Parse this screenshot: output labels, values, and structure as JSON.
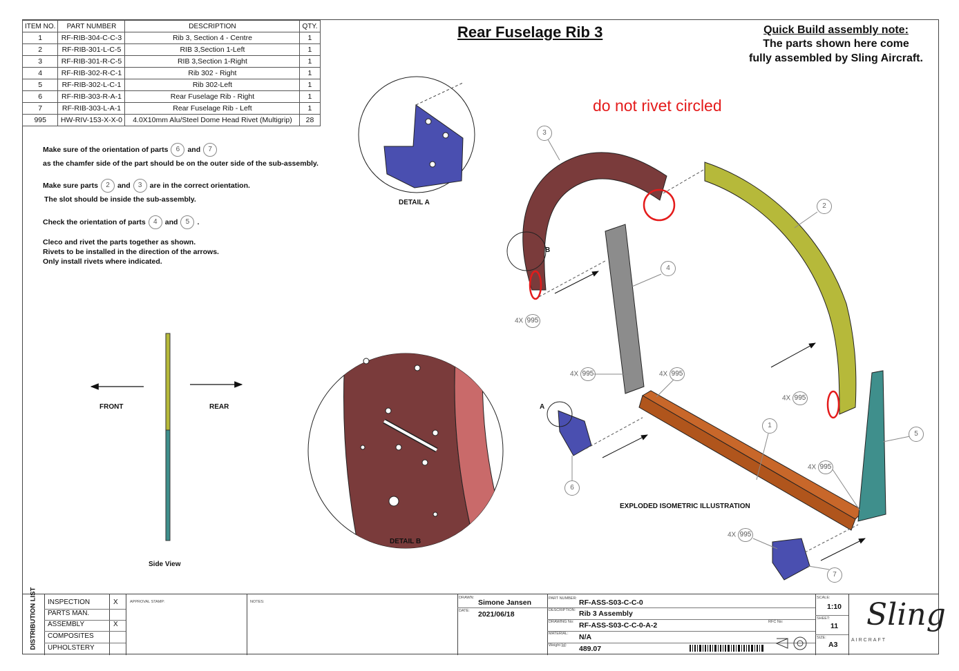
{
  "bom": {
    "headers": [
      "ITEM NO.",
      "PART NUMBER",
      "DESCRIPTION",
      "QTY."
    ],
    "rows": [
      [
        "1",
        "RF-RIB-304-C-C-3",
        "Rib 3, Section 4 - Centre",
        "1"
      ],
      [
        "2",
        "RF-RIB-301-L-C-5",
        "RIB 3,Section 1-Left",
        "1"
      ],
      [
        "3",
        "RF-RIB-301-R-C-5",
        "RIB 3,Section 1-Right",
        "1"
      ],
      [
        "4",
        "RF-RIB-302-R-C-1",
        "Rib 302 - Right",
        "1"
      ],
      [
        "5",
        "RF-RIB-302-L-C-1",
        "Rib 302-Left",
        "1"
      ],
      [
        "6",
        "RF-RIB-303-R-A-1",
        "Rear Fuselage Rib - Right",
        "1"
      ],
      [
        "7",
        "RF-RIB-303-L-A-1",
        "Rear Fuselage Rib - Left",
        "1"
      ],
      [
        "995",
        "HW-RIV-153-X-X-0",
        "4.0X10mm Alu/Steel Dome Head Rivet (Multigrip)",
        "28"
      ]
    ]
  },
  "title": "Rear Fuselage Rib 3",
  "quick_build": {
    "heading": "Quick Build assembly note:",
    "line1": "The parts shown here come",
    "line2": "fully assembled by Sling Aircraft."
  },
  "red_note": "do not rivet circled",
  "instructions": {
    "i1a": "Make sure of the orientation of parts",
    "i1b": "and",
    "i1c": "as the chamfer side of the part should be on the outer side of the sub-assembly.",
    "i2a": "Make sure parts",
    "i2b": "and",
    "i2c": "are in the correct orientation.",
    "i2d": "The slot should be inside the sub-assembly.",
    "i3a": "Check the orientation of parts",
    "i3b": "and",
    "i3c": ".",
    "i4a": "Cleco and rivet the parts together as shown.",
    "i4b": "Rivets to be installed in the direction of the arrows.",
    "i4c": "Only install rivets where indicated.",
    "b6": "6",
    "b7": "7",
    "b2": "2",
    "b3": "3",
    "b4": "4",
    "b5": "5"
  },
  "labels": {
    "detail_a": "DETAIL A",
    "detail_b": "DETAIL B",
    "front": "FRONT",
    "rear": "REAR",
    "side_view": "Side View",
    "exploded": "EXPLODED ISOMETRIC ILLUSTRATION",
    "a": "A",
    "b": "B"
  },
  "callouts": {
    "c1": "1",
    "c2": "2",
    "c3": "3",
    "c4": "4",
    "c5": "5",
    "c6": "6",
    "c7": "7",
    "q1": "4X",
    "q995": "995"
  },
  "title_block": {
    "distribution_list": "DISTRIBUTION LIST",
    "dist_rows": [
      {
        "name": "INSPECTION",
        "mark": "X"
      },
      {
        "name": "PARTS MAN.",
        "mark": ""
      },
      {
        "name": "ASSEMBLY",
        "mark": "X"
      },
      {
        "name": "COMPOSITES",
        "mark": ""
      },
      {
        "name": "UPHOLSTERY",
        "mark": ""
      }
    ],
    "approval_stamp": "APPROVAL STAMP:",
    "notes": "NOTES:",
    "drawn_label": "DRAWN:",
    "drawn": "Simone Jansen",
    "date_label": "DATE:",
    "date": "2021/06/18",
    "part_number_label": "PART NUMBER:",
    "part_number": "RF-ASS-S03-C-C-0",
    "description_label": "DESCRIPTION:",
    "description": "Rib 3 Assembly",
    "drawing_no_label": "DRAWING No:",
    "drawing_no": "RF-ASS-S03-C-C-0-A-2",
    "rfc_label": "RFC No:",
    "material_label": "MATERIAL:",
    "material": "N/A",
    "weight_label": "Weight [g]:",
    "weight": "489.07",
    "scale_label": "SCALE:",
    "scale": "1:10",
    "sheet_label": "SHEET:",
    "sheet": "11",
    "size_label": "SIZE:",
    "size": "A3",
    "logo": "Sling",
    "logo_sub": "AIRCRAFT"
  },
  "colors": {
    "rib3": "#7a3b3b",
    "rib2": "#b6b93a",
    "part4": "#8c8c8c",
    "part1": "#c8672a",
    "part5": "#3f8f8c",
    "part6": "#4a4fb0",
    "red": "#e41b1b"
  }
}
